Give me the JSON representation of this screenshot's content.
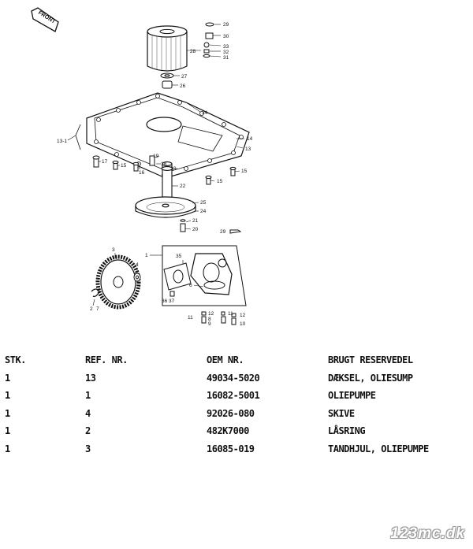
{
  "diagram": {
    "front_tag": "FRONT",
    "callouts": [
      "29",
      "30",
      "33",
      "32",
      "31",
      "28",
      "27",
      "26",
      "34",
      "14",
      "13",
      "13-1",
      "17",
      "15",
      "16",
      "18",
      "19",
      "23",
      "22",
      "15",
      "15",
      "25",
      "24",
      "21",
      "20",
      "29",
      "1",
      "35",
      "4",
      "3",
      "6",
      "2",
      "7",
      "36",
      "37",
      "11",
      "12",
      "8",
      "9",
      "11",
      "12",
      "10"
    ]
  },
  "table": {
    "headers": [
      "STK.",
      "REF. NR.",
      "OEM NR.",
      "BRUGT RESERVEDEL"
    ],
    "rows": [
      [
        "1",
        "13",
        "49034-5020",
        "DÆKSEL, OLIESUMP"
      ],
      [
        "1",
        "1",
        "16082-5001",
        "OLIEPUMPE"
      ],
      [
        "1",
        "4",
        "92026-080",
        "SKIVE"
      ],
      [
        "1",
        "2",
        "482K7000",
        "LÅSRING"
      ],
      [
        "1",
        "3",
        "16085-019",
        "TANDHJUL, OLIEPUMPE"
      ]
    ]
  },
  "watermark": "123mc.dk"
}
